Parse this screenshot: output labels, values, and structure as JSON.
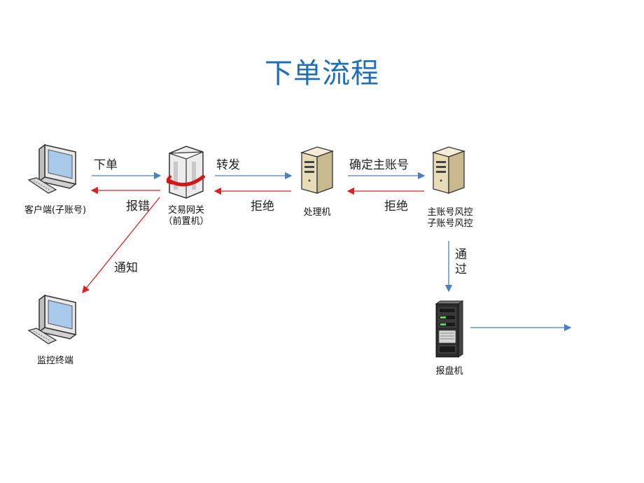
{
  "title": "下单流程",
  "nodes": {
    "client": {
      "label": "客户端(子账号)",
      "icon": "desktop-computer-icon"
    },
    "gateway": {
      "label_line1": "交易网关",
      "label_line2": "（前置机）",
      "icon": "gateway-server-icon"
    },
    "processor": {
      "label": "处理机",
      "icon": "tower-server-icon"
    },
    "risk": {
      "label_line1": "主账号风控",
      "label_line2": "子账号风控",
      "icon": "tower-server-icon"
    },
    "monitor": {
      "label": "监控终端",
      "icon": "desktop-computer-icon"
    },
    "report": {
      "label": "报盘机",
      "icon": "rack-server-icon"
    }
  },
  "edges": {
    "place_order": "下单",
    "report_error": "报错",
    "forward": "转发",
    "reject1": "拒绝",
    "confirm_main_account": "确定主账号",
    "reject2": "拒绝",
    "notify": "通知",
    "pass_line1": "通",
    "pass_line2": "过"
  },
  "colors": {
    "title": "#1e6fb8",
    "forward_arrow": "#4a7fc0",
    "reject_arrow": "#e02020"
  }
}
